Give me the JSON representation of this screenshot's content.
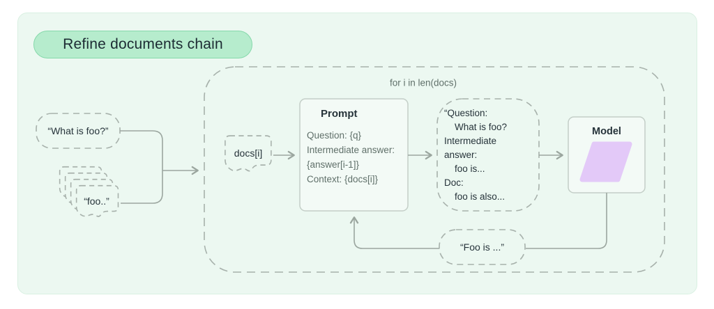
{
  "title_badge": {
    "label": "Refine documents chain"
  },
  "loop": {
    "label": "for i in len(docs)"
  },
  "inputs": {
    "question_bubble": {
      "label": "“What is foo?”"
    },
    "docs_stack": {
      "label": "“foo..”"
    },
    "doc_item": {
      "label": "docs[i]"
    }
  },
  "prompt_box": {
    "title": "Prompt",
    "lines": [
      "Question: {q}",
      "Intermediate answer:",
      "{answer[i-1]}",
      "Context: {docs[i]}"
    ]
  },
  "context_bubble": {
    "lines": [
      "“Question:",
      "What is foo?",
      "Intermediate",
      "answer:",
      "foo is...",
      "Doc:",
      "foo is also..."
    ]
  },
  "model_box": {
    "title": "Model"
  },
  "answer_bubble": {
    "label": "“Foo is ...”"
  },
  "colors": {
    "card_bg": "#ecf8f1",
    "card_border": "#d9f0e2",
    "badge_bg": "#b6eccd",
    "badge_border": "#85d8aa",
    "dashed_stroke": "#a7b1ab",
    "solid_box_border": "#c3cec7",
    "box_fill": "#f3faf6",
    "arrow_stroke": "#9ba69f",
    "model_icon_fill": "#e3c9f8",
    "text_dark": "#26333a",
    "text_gray": "#60706a"
  }
}
